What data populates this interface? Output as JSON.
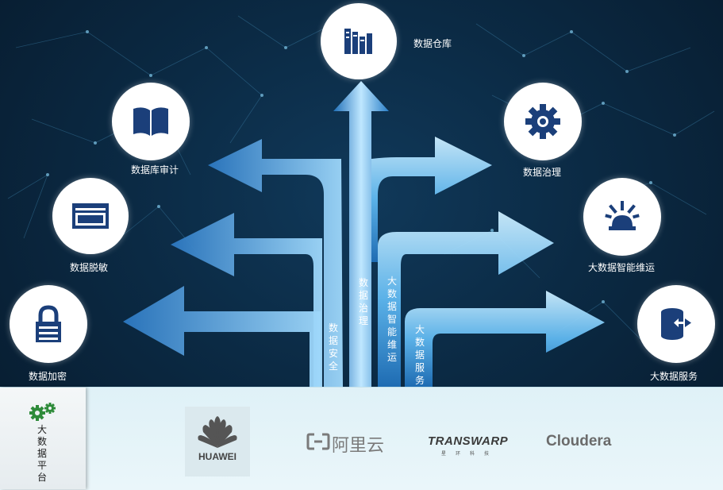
{
  "nodes": {
    "warehouse": "数据仓库",
    "db_audit": "数据库审计",
    "governance": "数据治理",
    "masking": "数据脱敏",
    "ops": "大数据智能维运",
    "encryption": "数据加密",
    "service": "大数据服务"
  },
  "arrow_labels": {
    "security": "数据安全",
    "governance": "数据治理",
    "ops": "大数据智能维运",
    "service": "大数据服务"
  },
  "platform": {
    "label": "大数据平台"
  },
  "vendors": {
    "huawei": "HUAWEI",
    "aliyun": "阿里云",
    "transwarp": "TRANSWARP",
    "transwarp_sub": "星环科技",
    "cloudera": "Cloudera"
  },
  "colors": {
    "background": "#0b2a44",
    "arrow_light": "#bfe7ff",
    "arrow_mid": "#5fb8f0",
    "arrow_dark": "#1f6fb8",
    "icon": "#1b3f7a",
    "bottom_bar": "#e3f3f8"
  }
}
